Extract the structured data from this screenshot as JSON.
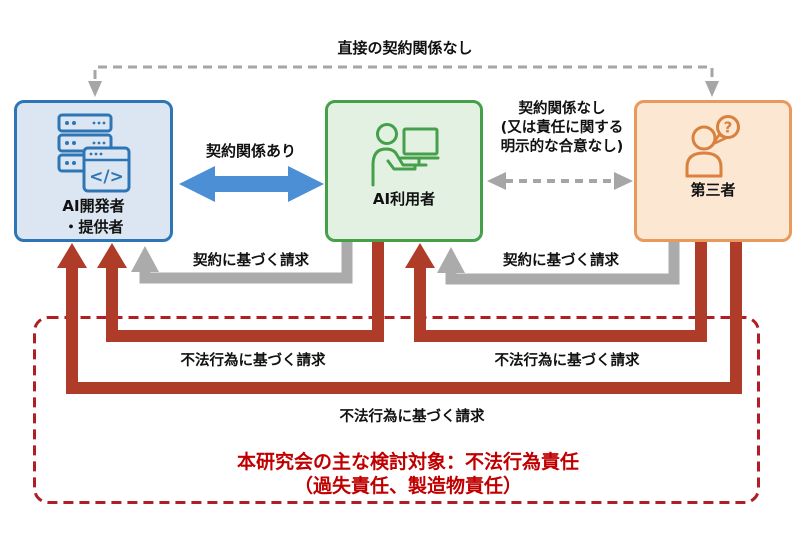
{
  "diagram": {
    "top_relation_label": "直接の契約関係なし",
    "nodes": {
      "developer": {
        "label": "AI開発者\n・提供者"
      },
      "user": {
        "label": "AI利用者"
      },
      "third_party": {
        "label": "第三者"
      }
    },
    "relations": {
      "contract_exists": "契約関係あり",
      "no_contract_detail": "契約関係なし\n(又は責任に関する\n明示的な合意なし)",
      "contract_claim_user_to_developer": "契約に基づく請求",
      "contract_claim_third_to_user": "契約に基づく請求",
      "tort_claim_user_to_developer": "不法行為に基づく請求",
      "tort_claim_third_to_user": "不法行為に基づく請求",
      "tort_claim_third_to_developer": "不法行為に基づく請求"
    },
    "focus_note": "本研究会の主な検討対象：不法行為責任\n（過失責任、製造物責任）",
    "icons": {
      "developer_code_glyph": "</>",
      "third_party_question_glyph": "?"
    },
    "colors": {
      "developer_border": "#2E75B6",
      "developer_fill": "#DBE6F2",
      "user_border": "#45A049",
      "user_fill": "#E3F1E3",
      "third_party_border": "#E9995B",
      "third_party_fill": "#FBE7D2",
      "blue_contract_arrow": "#4C8FD5",
      "gray_arrow": "#ABABAB",
      "gray_dashed": "#A6A6A6",
      "tort_arrow": "#AF3B29",
      "focus_box_border": "#B01E24",
      "focus_text": "#C00000"
    }
  }
}
